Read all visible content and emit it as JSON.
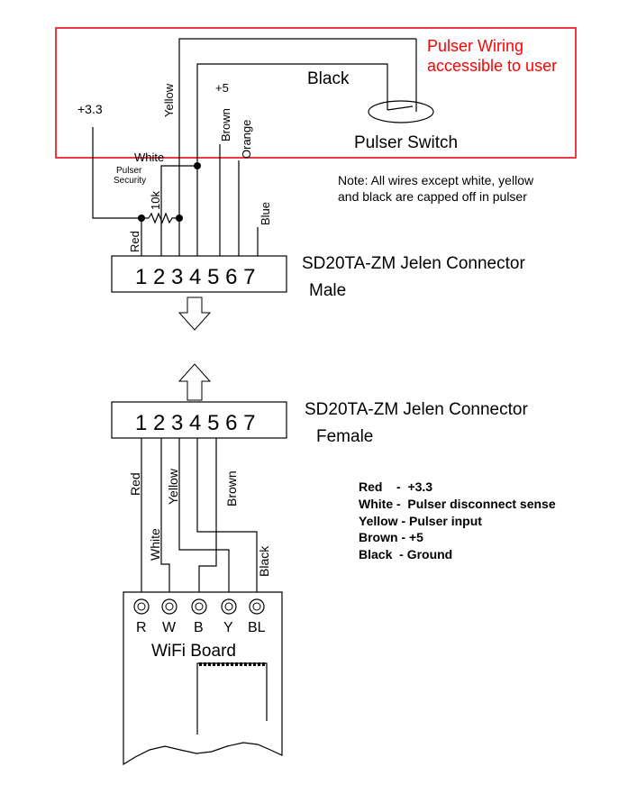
{
  "pulser_box": {
    "title_line1": "Pulser Wiring",
    "title_line2": "accessible to user",
    "switch_label": "Pulser Switch",
    "black_label": "Black",
    "border_color": "#e8262d"
  },
  "top_wires": {
    "v33": "+3.3",
    "yellow": "Yellow",
    "plus5": "+5",
    "brown": "Brown",
    "orange": "Orange",
    "blue": "Blue",
    "white": "White",
    "red": "Red",
    "pulser_security_line1": "Pulser",
    "pulser_security_line2": "Security",
    "resistor": "10k"
  },
  "note": {
    "line1": "Note:  All wires except white, yellow",
    "line2": "and black are capped off in pulser"
  },
  "male_connector": {
    "pins": "1 2 3 4 5 6 7",
    "title": "SD20TA-ZM Jelen Connector",
    "subtitle": "Male"
  },
  "female_connector": {
    "pins": "1 2 3 4 5 6 7",
    "title": "SD20TA-ZM Jelen Connector",
    "subtitle": "Female"
  },
  "bottom_wires": {
    "red": "Red",
    "white": "White",
    "yellow": "Yellow",
    "brown": "Brown",
    "black": "Black"
  },
  "legend": [
    {
      "text": "Red    -  +3.3"
    },
    {
      "text": "White -  Pulser disconnect sense"
    },
    {
      "text": "Yellow - Pulser input"
    },
    {
      "text": "Brown - +5"
    },
    {
      "text": "Black  - Ground"
    }
  ],
  "wifi_board": {
    "title": "WiFi Board",
    "terminals": [
      "R",
      "W",
      "B",
      "Y",
      "BL"
    ]
  }
}
